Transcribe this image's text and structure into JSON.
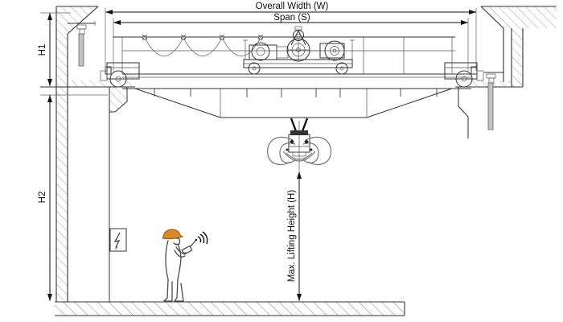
{
  "diagram": {
    "title": "Overhead bridge crane dimensional drawing",
    "labels": {
      "overall_width": "Overall Width (W)",
      "span": "Span (S)",
      "h1": "H1",
      "h2": "H2",
      "max_lifting_height": "Max. Lifting Height (H)"
    },
    "colors": {
      "line": "#333333",
      "dimension": "#111111",
      "hatch": "#8a8a8a",
      "helmet": "#d9882b",
      "conductor_rod": "#c2c2c2",
      "background": "#fefefe"
    },
    "icons": {
      "wifi": "wifi-signal-icon",
      "lightning": "lightning-bolt-icon"
    }
  }
}
